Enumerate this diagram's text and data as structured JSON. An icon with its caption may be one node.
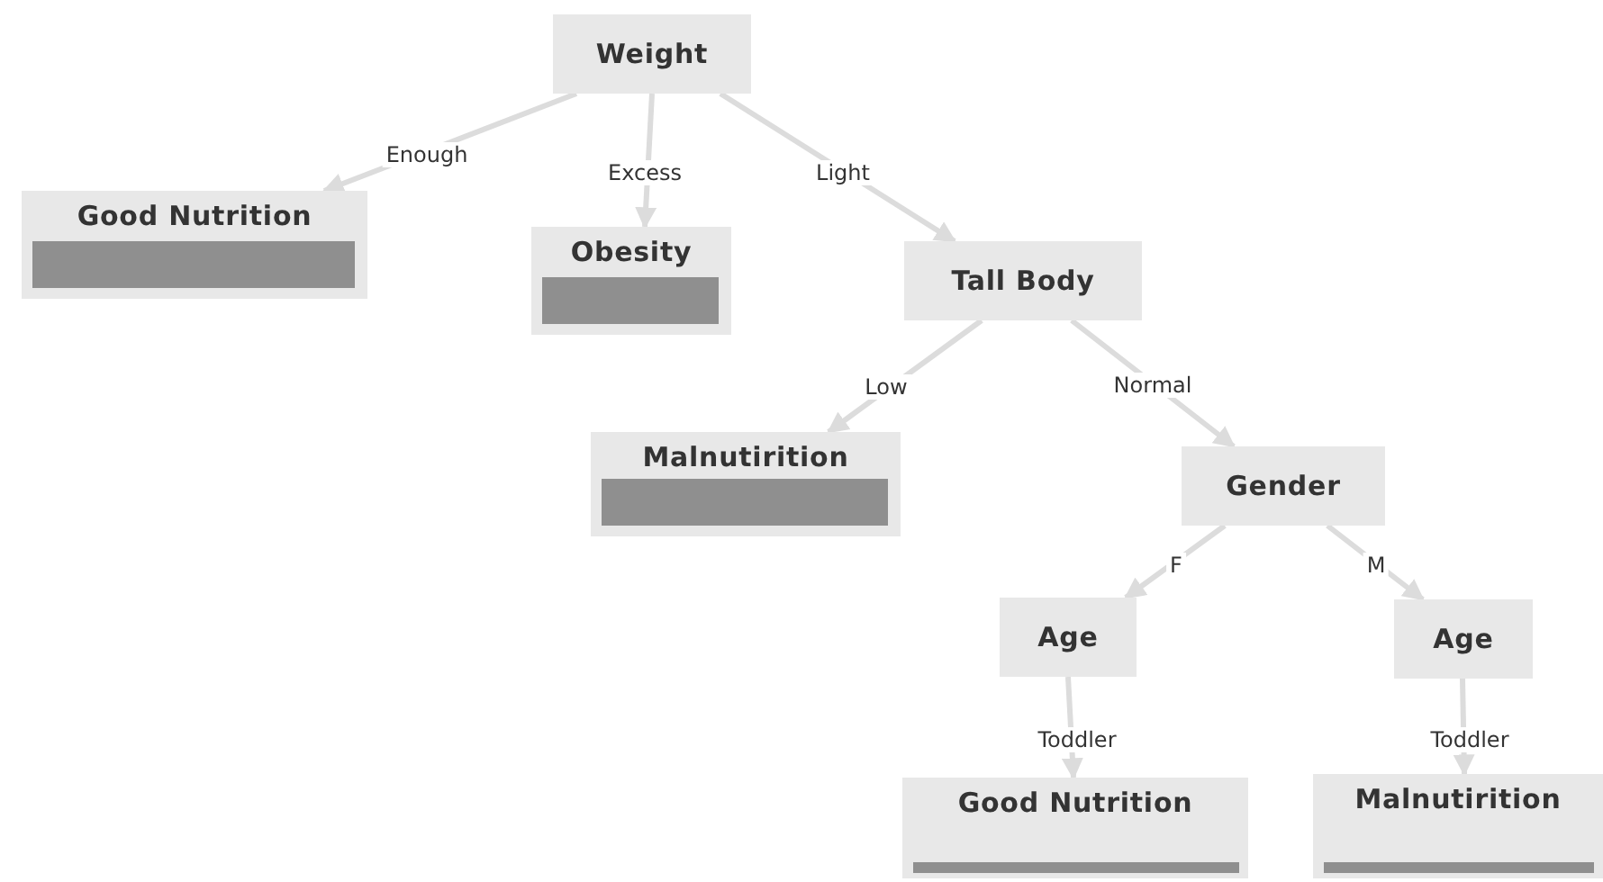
{
  "diagram": {
    "nodes": [
      {
        "text": [
          "Weight"
        ]
      },
      {
        "text": [
          "Good Nutrition"
        ]
      },
      {
        "text": [
          "Obesity"
        ]
      },
      {
        "text": [
          "Tall Body"
        ]
      },
      {
        "text": [
          "Malnutirition"
        ]
      },
      {
        "text": [
          "Gender"
        ]
      },
      {
        "text": [
          "Age"
        ]
      },
      {
        "text": [
          "Age"
        ]
      },
      {
        "text": [
          "Good Nutrition"
        ]
      },
      {
        "text": [
          "Malnutirition"
        ]
      }
    ],
    "edges": [
      {
        "from": 0,
        "to": 1,
        "arrow": "to",
        "label": "Enough"
      },
      {
        "from": 0,
        "to": 2,
        "arrow": "to",
        "label": "Excess"
      },
      {
        "from": 0,
        "to": 3,
        "arrow": "to",
        "label": "Light"
      },
      {
        "from": 3,
        "to": 4,
        "arrow": "to",
        "label": "Low"
      },
      {
        "from": 3,
        "to": 5,
        "arrow": "to",
        "label": "Normal"
      },
      {
        "from": 5,
        "to": 6,
        "arrow": "to",
        "label": "F"
      },
      {
        "from": 5,
        "to": 7,
        "arrow": "to",
        "label": "M"
      },
      {
        "from": 6,
        "to": 8,
        "arrow": "to",
        "label": "Toddler"
      },
      {
        "from": 7,
        "to": 9,
        "arrow": "to",
        "label": "Toddler"
      }
    ]
  }
}
